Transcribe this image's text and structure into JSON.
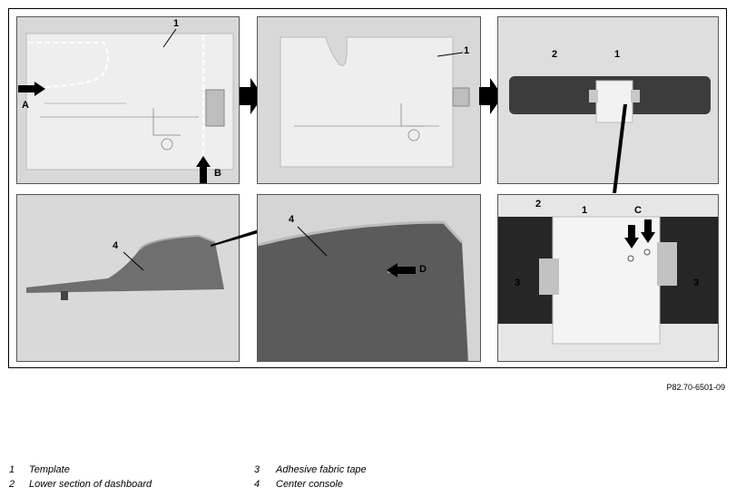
{
  "reference_code": "P82.70-6501-09",
  "callouts": {
    "one": "1",
    "two": "2",
    "three": "3",
    "four": "4",
    "a": "A",
    "b": "B",
    "c": "C",
    "d": "D"
  },
  "legend": [
    {
      "num": "1",
      "text": "Template"
    },
    {
      "num": "2",
      "text": "Lower section of dashboard"
    },
    {
      "num": "3",
      "text": "Adhesive fabric tape"
    },
    {
      "num": "4",
      "text": "Center console"
    }
  ]
}
